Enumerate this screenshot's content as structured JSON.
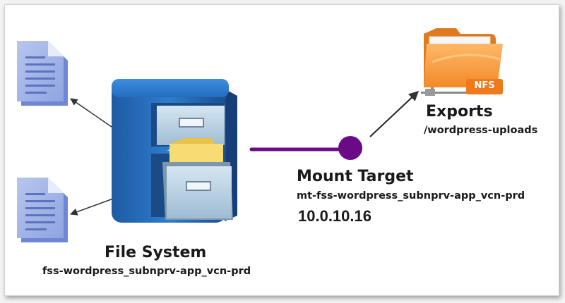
{
  "diagram": {
    "file_system": {
      "title": "File System",
      "name": "fss-wordpress_subnprv-app_vcn-prd",
      "icon": "filing-cabinet-icon"
    },
    "mount_target": {
      "title": "Mount Target",
      "name": "mt-fss-wordpress_subnprv-app_vcn-prd",
      "ip": "10.0.10.16",
      "color": "#6a0a86"
    },
    "exports": {
      "title": "Exports",
      "path": "/wordpress-uploads",
      "icon": "nfs-folder-icon",
      "badge": "NFS",
      "badge_color": "#f07a1a"
    },
    "documents": [
      {
        "icon": "document-icon"
      },
      {
        "icon": "document-icon"
      }
    ]
  }
}
